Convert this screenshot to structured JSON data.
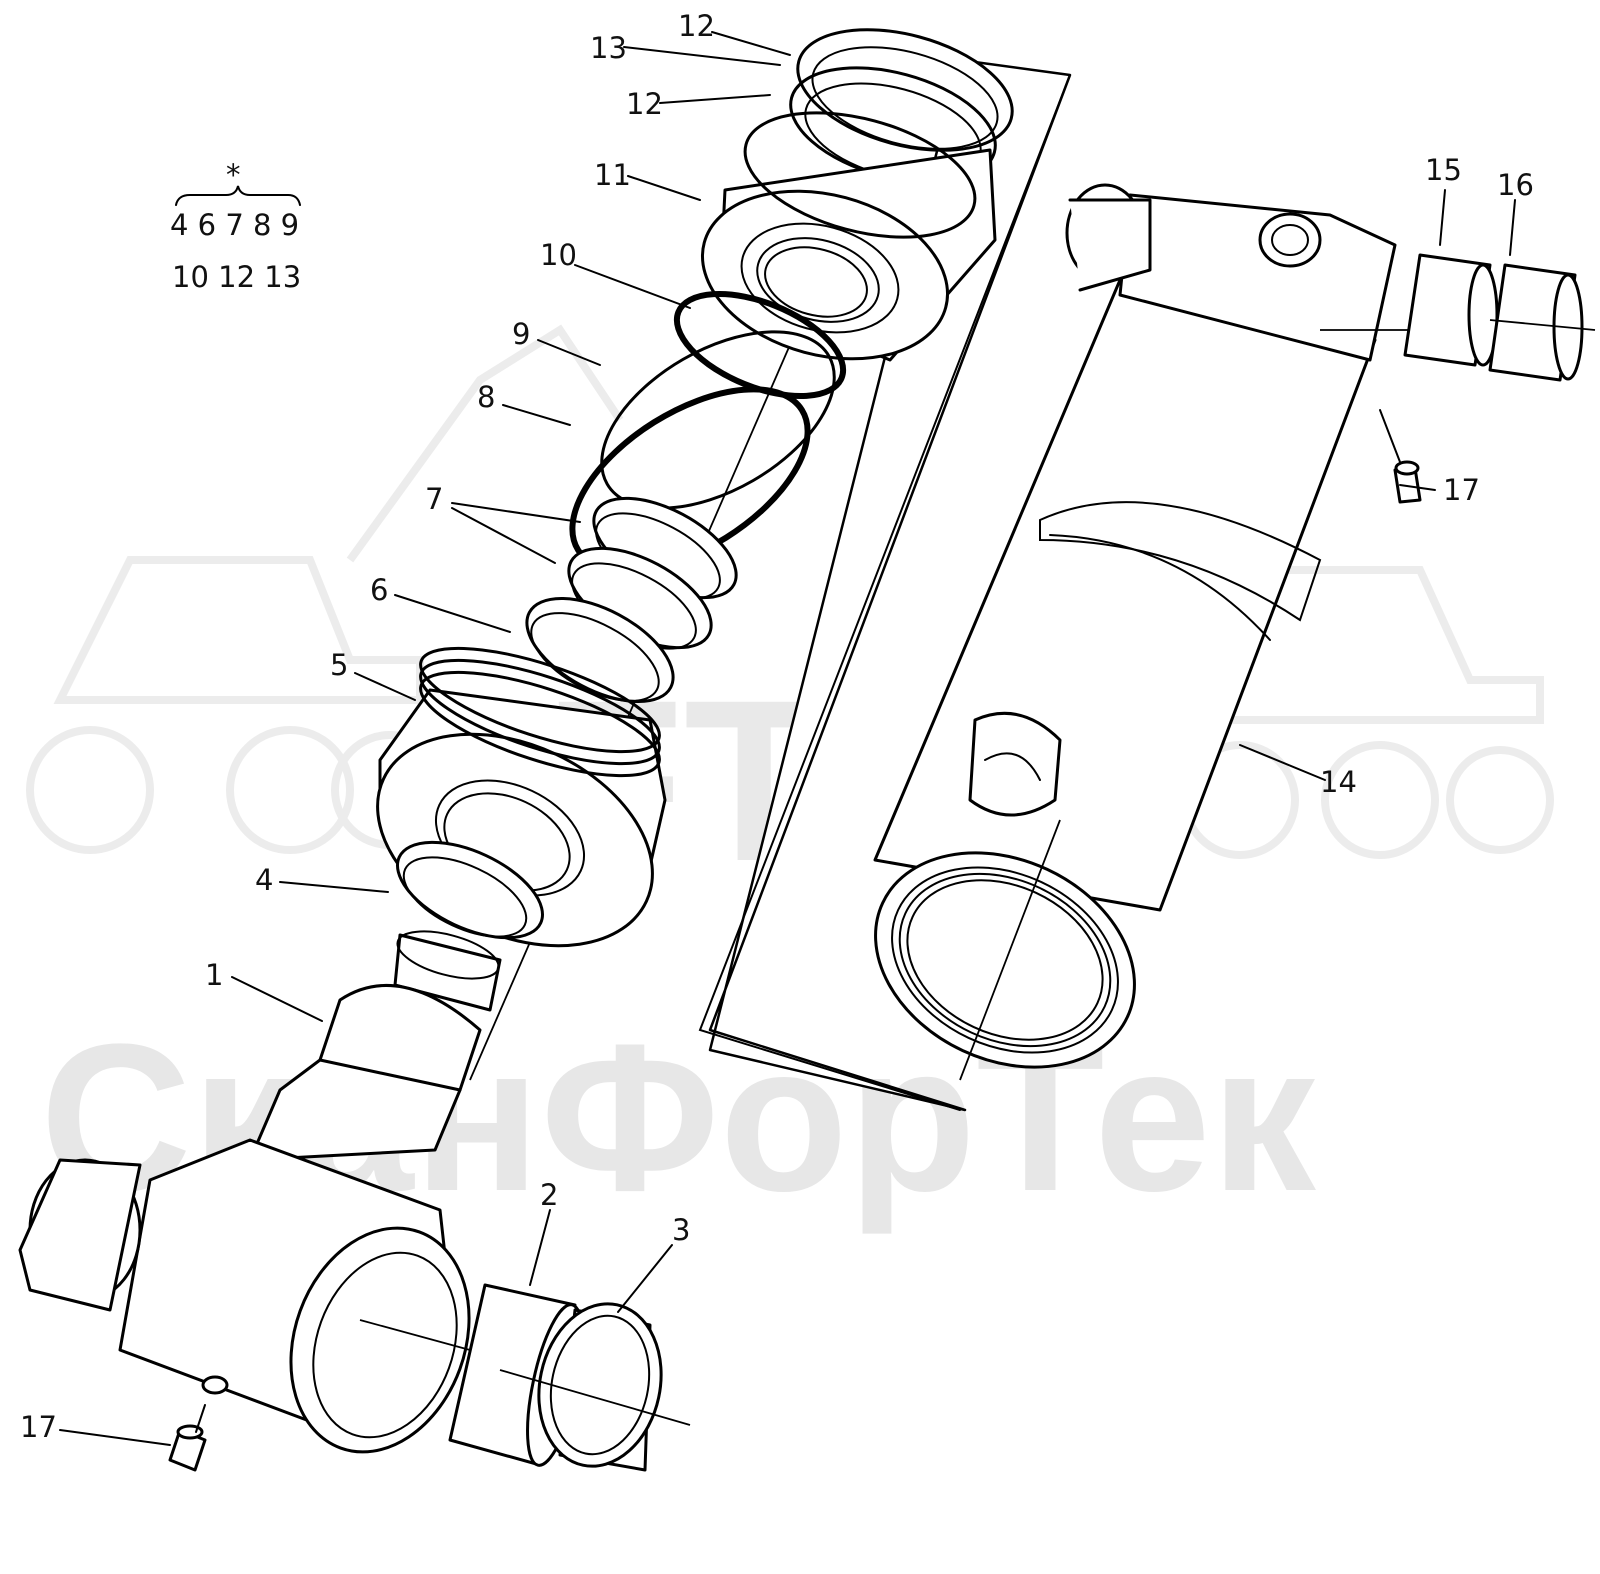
{
  "watermark": {
    "logo_text": "SFT",
    "company_text": "СканФорТек"
  },
  "kit_legend": {
    "star": "*",
    "row1": "4 6 7 8 9",
    "row2": "10 12 13"
  },
  "labels": {
    "l1": "1",
    "l2": "2",
    "l3": "3",
    "l4": "4",
    "l5": "5",
    "l6": "6",
    "l7": "7",
    "l8": "8",
    "l9": "9",
    "l10": "10",
    "l11": "11",
    "l12a": "12",
    "l12b": "12",
    "l13": "13",
    "l14": "14",
    "l15": "15",
    "l16": "16",
    "l17a": "17",
    "l17b": "17"
  }
}
